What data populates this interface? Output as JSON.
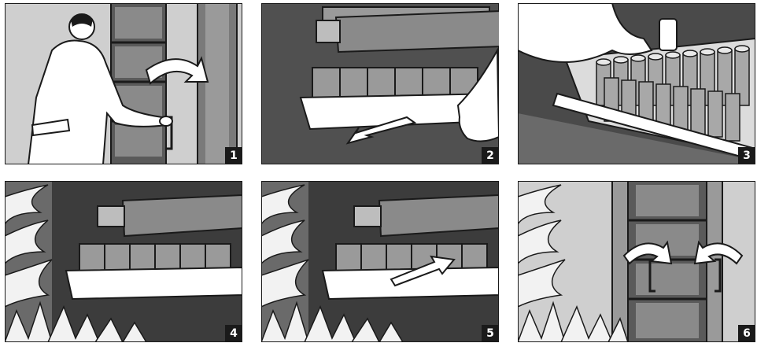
{
  "steps": [
    {
      "number": "1",
      "scene": "technician-opens-cabinet-door",
      "icons": [
        "technician",
        "cabinet-door",
        "curved-arrow",
        "door-handle"
      ]
    },
    {
      "number": "2",
      "scene": "pull-out-shelf",
      "icons": [
        "shelf",
        "arrow",
        "hand",
        "bottles"
      ]
    },
    {
      "number": "3",
      "scene": "remove-bottle-from-tray",
      "icons": [
        "hand",
        "bottle-tray"
      ]
    },
    {
      "number": "4",
      "scene": "fire-hazard-shelf",
      "icons": [
        "flames",
        "shelf",
        "bottles"
      ]
    },
    {
      "number": "5",
      "scene": "push-shelf-back",
      "icons": [
        "flames",
        "shelf",
        "arrow"
      ]
    },
    {
      "number": "6",
      "scene": "close-cabinet-doors",
      "icons": [
        "flames",
        "cabinet",
        "curved-arrows"
      ]
    }
  ],
  "colors": {
    "panel_light": "#c8c8c8",
    "panel_dark": "#555555",
    "outline": "#1a1a1a",
    "white": "#ffffff",
    "badge": "#1a1a1a"
  }
}
